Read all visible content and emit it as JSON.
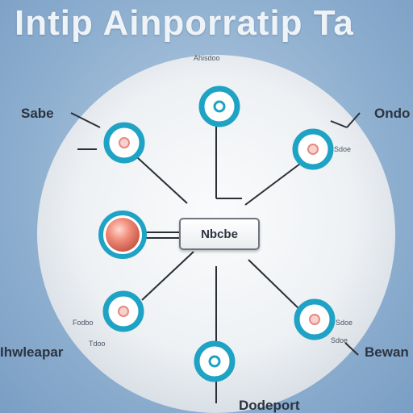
{
  "title": "Intip Ainporratip Ta",
  "center_label": "Nbcbe",
  "labels": {
    "top_small": "Ahisdoo",
    "top_left": "Sabe",
    "top_right": "Ondo",
    "left_mid_small": "—",
    "right_mid_small": "Sdoe",
    "bottom_left_small": "Fodbo",
    "bottom_left_big": "Ihwleapar",
    "bottom_left_small2": "Tdoo",
    "bottom_right_small": "Sdoe",
    "bottom_right_small2": "Sdoe",
    "bottom_right_big": "Bewan",
    "bottom_big": "Dodeport"
  },
  "colors": {
    "ring": "#1fa3c4",
    "line": "#2a2f36",
    "node_fill": "#ffffff"
  }
}
